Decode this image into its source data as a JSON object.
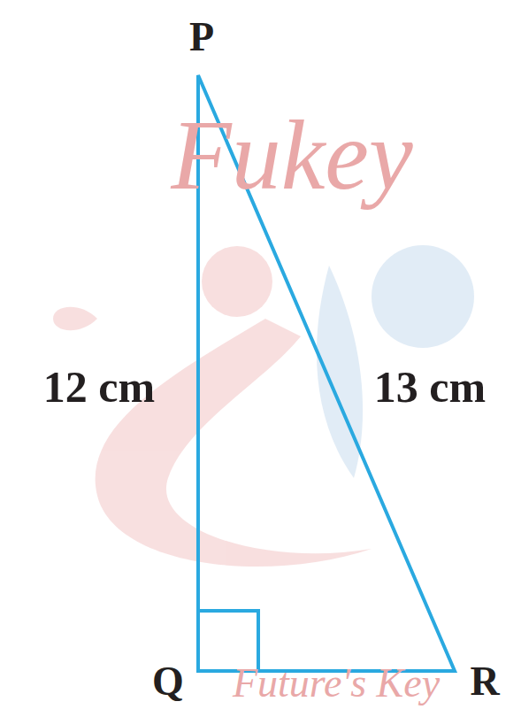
{
  "diagram": {
    "labels": [
      "Fukey",
      "P",
      "12 cm",
      "13 cm",
      "Q",
      "R",
      "Future's Key"
    ]
  }
}
